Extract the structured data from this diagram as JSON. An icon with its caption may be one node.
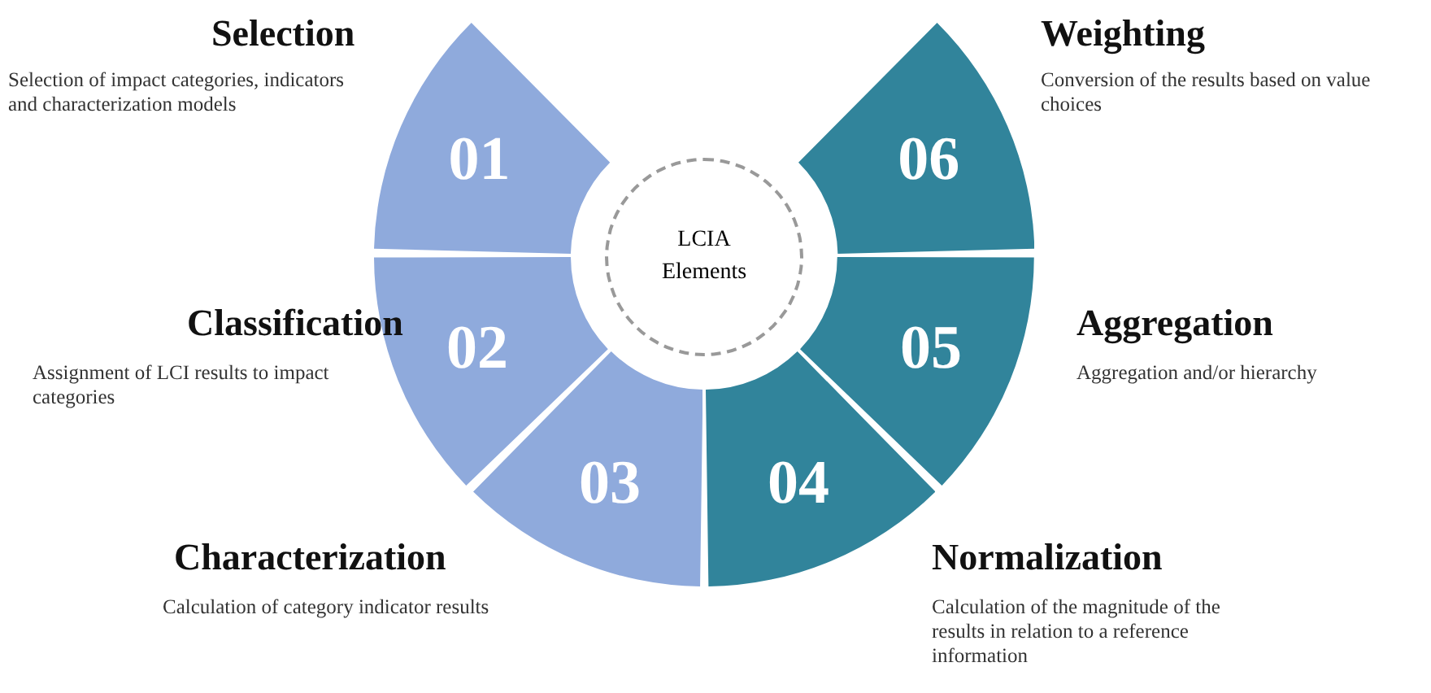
{
  "diagram": {
    "nodes": [
      {
        "text": [
          "LCIA Elements"
        ]
      },
      {
        "text": [
          "01"
        ],
        "beside": [
          "Selection",
          "Selection of impact categories, indicators and characterization models"
        ]
      },
      {
        "text": [
          "02"
        ],
        "beside": [
          "Classification",
          "Assignment of LCI results to impact categories"
        ]
      },
      {
        "text": [
          "03"
        ],
        "beside": [
          "Characterization",
          "Calculation of category indicator results"
        ]
      },
      {
        "text": [
          "04"
        ],
        "beside": [
          "Normalization",
          "Calculation of the magnitude of the results in relation to a reference information"
        ]
      },
      {
        "text": [
          "05"
        ],
        "beside": [
          "Aggregation",
          "Aggregation and/or hierarchy"
        ]
      },
      {
        "text": [
          "06"
        ],
        "beside": [
          "Weighting",
          "Conversion of the results based on value choices"
        ]
      }
    ]
  }
}
